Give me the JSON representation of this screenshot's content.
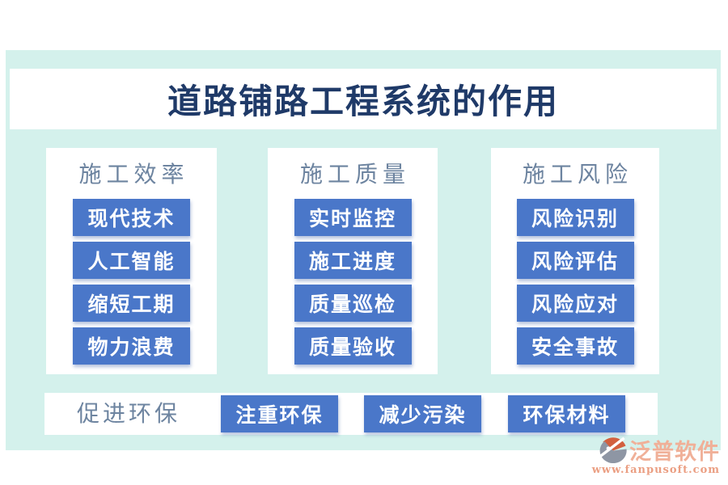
{
  "page": {
    "title": "道路铺路工程系统的作用"
  },
  "colors": {
    "background_mint": "#d4f1ec",
    "panel_white": "#ffffff",
    "tile_blue": "#4a77c9",
    "title_navy": "#1f3a68",
    "header_gray_blue": "#6d84a0",
    "logo_salmon": "#f0b098",
    "logo_icon_gray": "#8e96a4",
    "logo_icon_orange": "#d2603f"
  },
  "columns": [
    {
      "header": "施工效率",
      "items": [
        "现代技术",
        "人工智能",
        "缩短工期",
        "物力浪费"
      ]
    },
    {
      "header": "施工质量",
      "items": [
        "实时监控",
        "施工进度",
        "质量巡检",
        "质量验收"
      ]
    },
    {
      "header": "施工风险",
      "items": [
        "风险识别",
        "风险评估",
        "风险应对",
        "安全事故"
      ]
    }
  ],
  "bottom_row": {
    "label": "促进环保",
    "items": [
      "注重环保",
      "减少污染",
      "环保材料"
    ]
  },
  "footer_logo": {
    "brand": "泛普软件",
    "url": "www.fanpusoft.com",
    "icon": "fanpu-swirl-icon"
  }
}
